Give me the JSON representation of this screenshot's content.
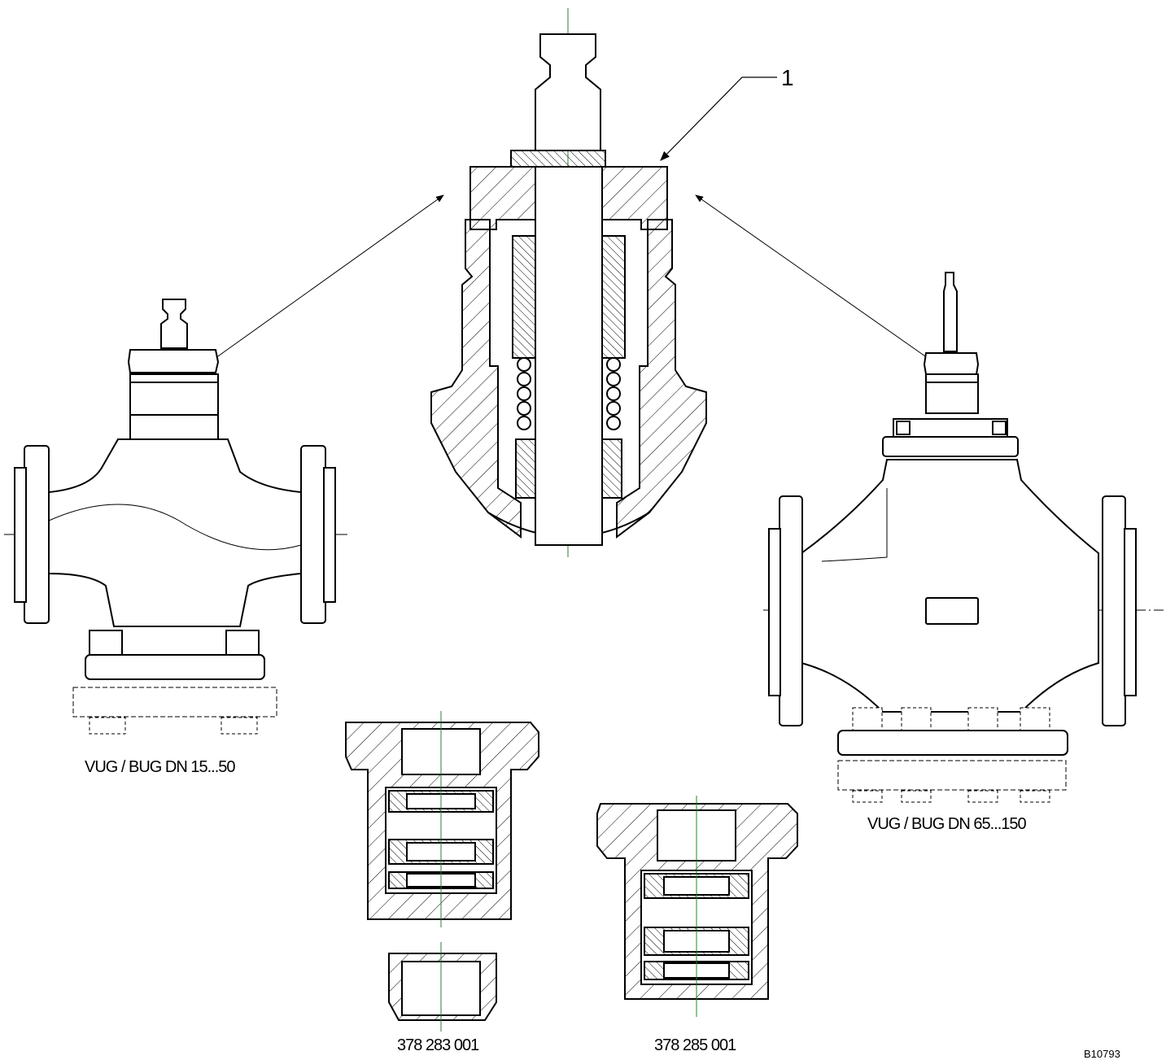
{
  "callout": {
    "number": "1"
  },
  "captions": {
    "left_valve": "VUG / BUG DN 15...50",
    "right_valve": "VUG / BUG DN 65...150",
    "part_a": "378 283 001",
    "part_b": "378 285 001"
  },
  "drawing_ref": "B10793",
  "colors": {
    "line": "#000000",
    "centerline": "#2e7d32",
    "background": "#ffffff"
  }
}
